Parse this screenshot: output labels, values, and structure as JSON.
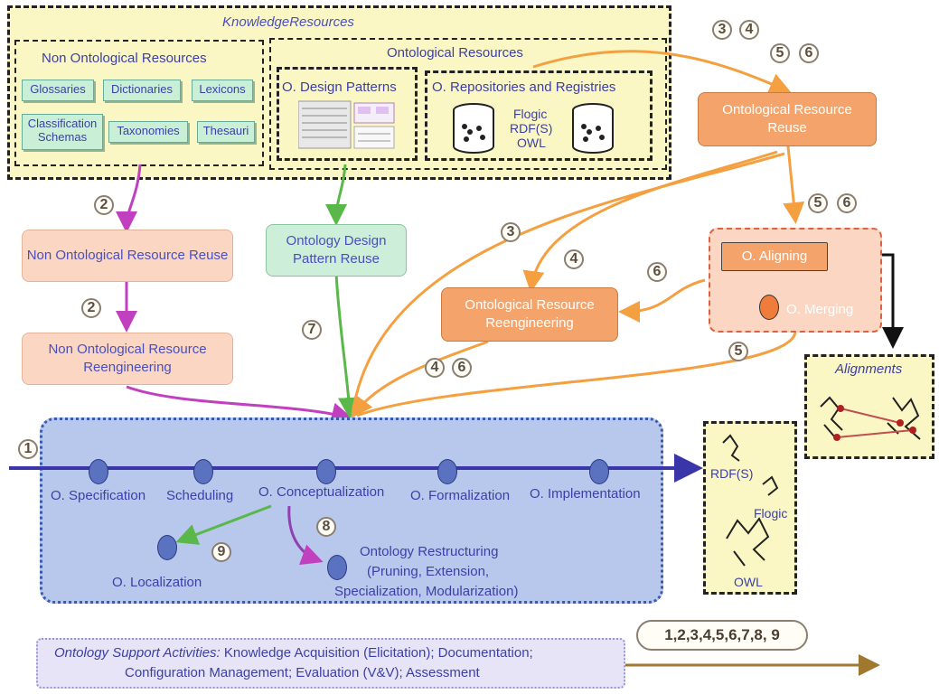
{
  "knowledge_resources": {
    "title": "KnowledgeResources",
    "non_ontological": {
      "title": "Non Ontological Resources",
      "items": [
        "Glossaries",
        "Dictionaries",
        "Lexicons",
        "Classification Schemas",
        "Taxonomies",
        "Thesauri"
      ]
    },
    "ontological": {
      "title": "Ontological Resources",
      "design_patterns": "O. Design Patterns",
      "repositories": "O. Repositories and Registries",
      "languages": [
        "Flogic",
        "RDF(S)",
        "OWL"
      ]
    }
  },
  "processes": {
    "non_ont_reuse": "Non Ontological Resource Reuse",
    "non_ont_reeng": "Non Ontological Resource Reengineering",
    "design_pattern_reuse": "Ontology Design Pattern Reuse",
    "ont_reuse": "Ontological Resource Reuse",
    "ont_reeng": "Ontological Resource Reengineering",
    "aligning": "O. Aligning",
    "merging": "O. Merging"
  },
  "scenario_numbers": {
    "top_right_1": "3",
    "top_right_2": "4",
    "top_right_3": "5",
    "top_right_4": "6",
    "n2a": "2",
    "n2b": "2",
    "n3": "3",
    "n4a": "4",
    "n56a": "5",
    "n56b": "6",
    "n6": "6",
    "n7": "7",
    "n4b": "4",
    "n6b": "6",
    "n5": "5",
    "n1": "1",
    "n8": "8",
    "n9": "9"
  },
  "timeline": {
    "activities": [
      "O. Specification",
      "Scheduling",
      "O. Conceptualization",
      "O. Formalization",
      "O. Implementation"
    ],
    "localization": "O. Localization",
    "restructuring": [
      "Ontology Restructuring",
      "(Pruning, Extension,",
      "Specialization, Modularization)"
    ]
  },
  "outputs": {
    "formats": [
      "RDF(S)",
      "Flogic",
      "OWL"
    ],
    "alignments": "Alignments"
  },
  "support": {
    "all_scenarios": "1,2,3,4,5,6,7,8, 9",
    "label": "Ontology Support Activities:",
    "text1": "Knowledge Acquisition (Elicitation); Documentation;",
    "text2": "Configuration Management; Evaluation (V&V); Assessment"
  },
  "colors": {
    "purple_arrow": "#c040c0",
    "green_arrow": "#5ab84a",
    "orange_arrow": "#f4a040",
    "timeline": "#3a35a8",
    "support_arrow": "#a07830"
  }
}
